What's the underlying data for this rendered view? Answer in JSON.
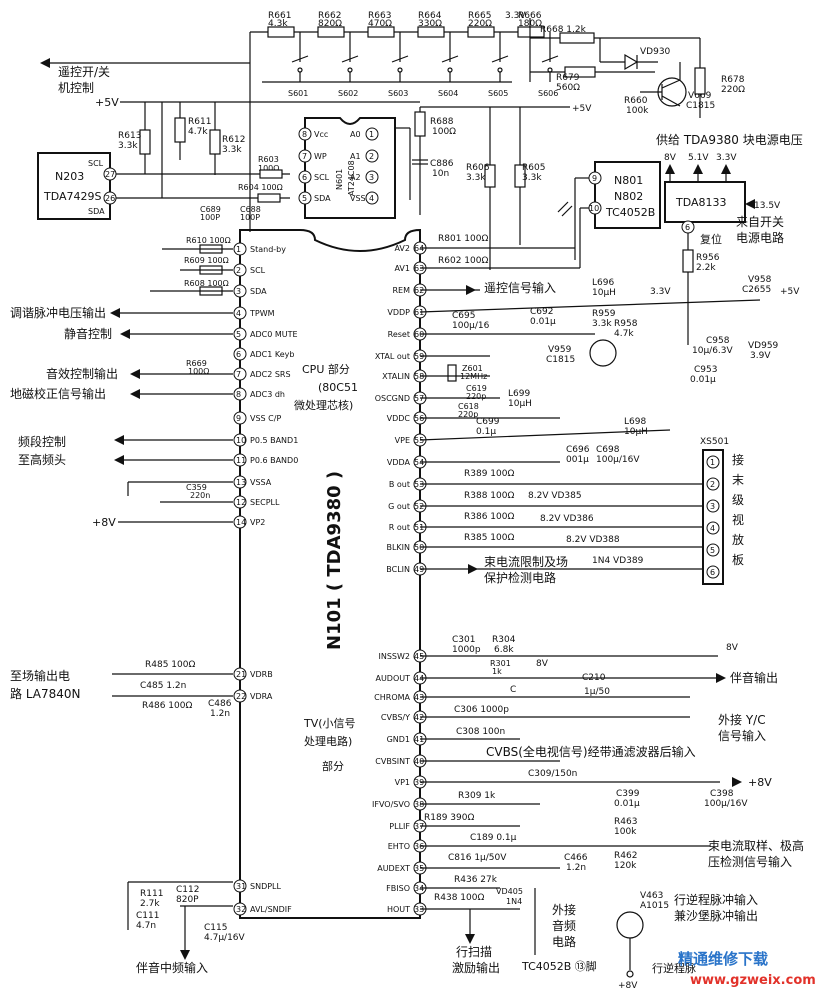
{
  "ic_main": {
    "name": "N101 ( TDA9380 )",
    "cpu_part": "CPU 部分",
    "cpu_core": "(80C51",
    "cpu_core2": "微处理芯核)",
    "tv_part": "TV(小信号",
    "tv_part2": "处理电路)",
    "tv_part3": "部分",
    "left_pins": [
      {
        "n": "1",
        "label": "Stand-by"
      },
      {
        "n": "2",
        "label": "SCL"
      },
      {
        "n": "3",
        "label": "SDA"
      },
      {
        "n": "4",
        "label": "TPWM"
      },
      {
        "n": "5",
        "label": "ADC0 MUTE"
      },
      {
        "n": "6",
        "label": "ADC1 Keyb"
      },
      {
        "n": "7",
        "label": "ADC2 SRS"
      },
      {
        "n": "8",
        "label": "ADC3 dh"
      },
      {
        "n": "9",
        "label": "VSS C/P"
      },
      {
        "n": "10",
        "label": "P0.5 BAND1"
      },
      {
        "n": "11",
        "label": "P0.6 BAND0"
      },
      {
        "n": "13",
        "label": "VSSA"
      },
      {
        "n": "12",
        "label": "SECPLL"
      },
      {
        "n": "14",
        "label": "VP2"
      },
      {
        "n": "21",
        "label": "VDRB"
      },
      {
        "n": "22",
        "label": "VDRA"
      },
      {
        "n": "31",
        "label": "SNDPLL"
      },
      {
        "n": "32",
        "label": "AVL/SNDIF"
      }
    ],
    "right_pins": [
      {
        "n": "64",
        "label": "AV2"
      },
      {
        "n": "63",
        "label": "AV1"
      },
      {
        "n": "62",
        "label": "REM"
      },
      {
        "n": "61",
        "label": "VDDP"
      },
      {
        "n": "60",
        "label": "Reset"
      },
      {
        "n": "59",
        "label": "XTAL out"
      },
      {
        "n": "58",
        "label": "XTALIN"
      },
      {
        "n": "57",
        "label": "OSCGND"
      },
      {
        "n": "56",
        "label": "VDDC"
      },
      {
        "n": "55",
        "label": "VPE"
      },
      {
        "n": "54",
        "label": "VDDA"
      },
      {
        "n": "53",
        "label": "B out"
      },
      {
        "n": "52",
        "label": "G out"
      },
      {
        "n": "51",
        "label": "R out"
      },
      {
        "n": "50",
        "label": "BLKIN"
      },
      {
        "n": "49",
        "label": "BCLIN"
      },
      {
        "n": "45",
        "label": "INSSW2"
      },
      {
        "n": "44",
        "label": "AUDOUT"
      },
      {
        "n": "43",
        "label": "CHROMA"
      },
      {
        "n": "42",
        "label": "CVBS/Y"
      },
      {
        "n": "41",
        "label": "GND1"
      },
      {
        "n": "40",
        "label": "CVBSINT"
      },
      {
        "n": "39",
        "label": "VP1"
      },
      {
        "n": "38",
        "label": "IFVO/SVO"
      },
      {
        "n": "37",
        "label": "PLLIF"
      },
      {
        "n": "36",
        "label": "EHTO"
      },
      {
        "n": "35",
        "label": "AUDEXT"
      },
      {
        "n": "34",
        "label": "FBISO"
      },
      {
        "n": "33",
        "label": "HOUT"
      }
    ]
  },
  "eeprom": {
    "name": "N601",
    "part": "AT24C08",
    "left_pins": [
      {
        "n": "8",
        "label": "Vcc"
      },
      {
        "n": "7",
        "label": "WP"
      },
      {
        "n": "6",
        "label": "SCL"
      },
      {
        "n": "5",
        "label": "SDA"
      }
    ],
    "right_pins": [
      {
        "n": "1",
        "label": "A0"
      },
      {
        "n": "2",
        "label": "A1"
      },
      {
        "n": "3",
        "label": "A2"
      },
      {
        "n": "4",
        "label": "VSS"
      }
    ]
  },
  "n203": {
    "name": "N203",
    "part": "TDA7429S",
    "pin27": "27",
    "pin26": "26",
    "scl": "SCL",
    "sda": "SDA"
  },
  "n801": {
    "name": "N801",
    "name2": "N802",
    "part": "TC4052B",
    "pin9": "9",
    "pin10": "10"
  },
  "tda8133": {
    "name": "TDA8133",
    "title": "供给 TDA9380 块电源电压",
    "v1": "8V",
    "v2": "5.1V",
    "v3": "3.3V",
    "vin": "13.5V",
    "src": "来自开关",
    "src2": "电源电路",
    "pin6": "6",
    "reset": "复位"
  },
  "xs501": {
    "name": "XS501",
    "pins": [
      "1",
      "2",
      "3",
      "4",
      "5",
      "6"
    ],
    "label": [
      "接",
      "末",
      "级",
      "视",
      "放",
      "板"
    ]
  },
  "keys": {
    "resistors": [
      {
        "ref": "R661",
        "val": "4.3k"
      },
      {
        "ref": "R662",
        "val": "820Ω"
      },
      {
        "ref": "R663",
        "val": "470Ω"
      },
      {
        "ref": "R664",
        "val": "330Ω"
      },
      {
        "ref": "R665",
        "val": "220Ω"
      },
      {
        "ref": "R666",
        "val": "180Ω"
      }
    ],
    "switches": [
      "S601",
      "S602",
      "S603",
      "S604",
      "S605",
      "S606"
    ]
  },
  "labels": {
    "v33_top": "3.3V",
    "r668": "R668 1.2k",
    "vd930": "VD930",
    "r679": "R679",
    "r679v": "560Ω",
    "p5v_top": "+5V",
    "r660": "R660",
    "r660v": "100k",
    "v669": "V669",
    "v669p": "C1815",
    "r678": "R678",
    "r678v": "220Ω",
    "remote_onoff": "遥控开/关",
    "remote_onoff2": "机控制",
    "p5v_left": "+5V",
    "r613": "R613",
    "r613v": "3.3k",
    "r611": "R611",
    "r611v": "4.7k",
    "r612": "R612",
    "r612v": "3.3k",
    "r688": "R688",
    "r688v": "100Ω",
    "c886": "C886",
    "c886v": "10n",
    "r603": "R603",
    "r603v": "100Ω",
    "r604": "R604 100Ω",
    "c689": "C689",
    "c689v": "100P",
    "c688": "C688",
    "c688v": "100P",
    "r606": "R606",
    "r606v": "3.3k",
    "r605": "R605",
    "r605v": "3.3k",
    "r610": "R610 100Ω",
    "r609": "R609 100Ω",
    "r608": "R608 100Ω",
    "r801": "R801 100Ω",
    "r602": "R602 100Ω",
    "tuning_pulse": "调谐脉冲电压输出",
    "mute_ctrl": "静音控制",
    "r669": "R669",
    "r669v": "100Ω",
    "sound_fx": "音效控制输出",
    "geomag": "地磁校正信号输出",
    "band_ctrl": "频段控制",
    "band_ctrl2": "至高频头",
    "c359": "C359",
    "c359v": "220n",
    "p8v_left": "+8V",
    "field_out": "至场输出电",
    "field_out2": "路 LA7840N",
    "r485": "R485 100Ω",
    "c485": "C485 1.2n",
    "r486": "R486 100Ω",
    "c486": "C486",
    "c486v": "1.2n",
    "r111": "R111",
    "r111v": "2.7k",
    "c112": "C112",
    "c112v": "820P",
    "c111": "C111",
    "c111v": "4.7n",
    "c115": "C115",
    "c115v": "4.7μ/16V",
    "sound_if": "伴音中频输入",
    "remote_in": "遥控信号输入",
    "l696": "L696",
    "l696v": "10μH",
    "v33_mid": "3.3V",
    "c958": "C958",
    "c958v": "10μ/6.3V",
    "v958": "V958",
    "v958p": "C2655",
    "p5v_r": "+5V",
    "vd959": "VD959",
    "vd959v": "3.9V",
    "c953": "C953",
    "c953v": "0.01μ",
    "r956": "R956",
    "r956v": "2.2k",
    "c695": "C695",
    "c695v": "100μ/16",
    "c692": "C692",
    "c692v": "0.01μ",
    "r959": "R959",
    "r959v": "3.3k",
    "r958": "R958",
    "r958v": "4.7k",
    "v959": "V959",
    "v959p": "C1815",
    "z601": "Z601",
    "z601v": "12MHz",
    "c619": "C619",
    "c619v": "220p",
    "c618": "C618",
    "c618v": "220p",
    "l699": "L699",
    "l699v": "10μH",
    "c699": "C699",
    "c699v": "0.1μ",
    "l698": "L698",
    "l698v": "10μH",
    "c696": "C696",
    "c696v": "001μ",
    "c698": "C698",
    "c698v": "100μ/16V",
    "r389": "R389 100Ω",
    "r388": "R388 100Ω",
    "vd385": "8.2V VD385",
    "r386": "R386 100Ω",
    "vd386": "8.2V VD386",
    "r385": "R385 100Ω",
    "vd388": "8.2V VD388",
    "vd389": "1N4  VD389",
    "beam_limit": "束电流限制及场",
    "beam_limit2": "保护检测电路",
    "c301": "C301",
    "c301v": "1000p",
    "r304": "R304",
    "r304v": "6.8k",
    "r301": "R301",
    "r301v": "1k",
    "v8_a": "8V",
    "v8_b": "8V",
    "c210": "C210",
    "c210v": "1μ/50",
    "audio_out": "伴音输出",
    "c_label": "C",
    "c306": "C306 1000p",
    "c308": "C308 100n",
    "ext_yc": "外接 Y/C",
    "ext_yc2": "信号输入",
    "cvbs_in": "CVBS(全电视信号)经带通滤波器后输入",
    "c309": "C309/150n",
    "p8v_r": "+8V",
    "c399": "C399",
    "c399v": "0.01μ",
    "c398": "C398",
    "c398v": "100μ/16V",
    "r309": "R309  1k",
    "r189": "R189  390Ω",
    "c189": "C189  0.1μ",
    "r463": "R463",
    "r463v": "100k",
    "r462": "R462",
    "r462v": "120k",
    "beam_sample": "束电流取样、极高",
    "beam_sample2": "压检测信号输入",
    "c816": "C816  1μ/50V",
    "c466": "C466",
    "c466v": "1.2n",
    "r436": "R436 27k",
    "vd405": "VD405",
    "vd405p": "1N4",
    "r438": "R438 100Ω",
    "ext_audio": "外接",
    "ext_audio2": "音频",
    "ext_audio3": "电路",
    "tc4052_pin": "TC4052B ⑬脚",
    "hscan": "行扫描",
    "hscan2": "激励输出",
    "v463": "V463",
    "v463p": "A1015",
    "flyback": "行逆程脉冲输入",
    "flyback2": "兼沙堡脉冲输出",
    "p8v_bottom": "+8V",
    "hr_label": "行逆程脉"
  },
  "watermark": {
    "cn": "精通维修下载",
    "url": "www.gzweix.com"
  }
}
